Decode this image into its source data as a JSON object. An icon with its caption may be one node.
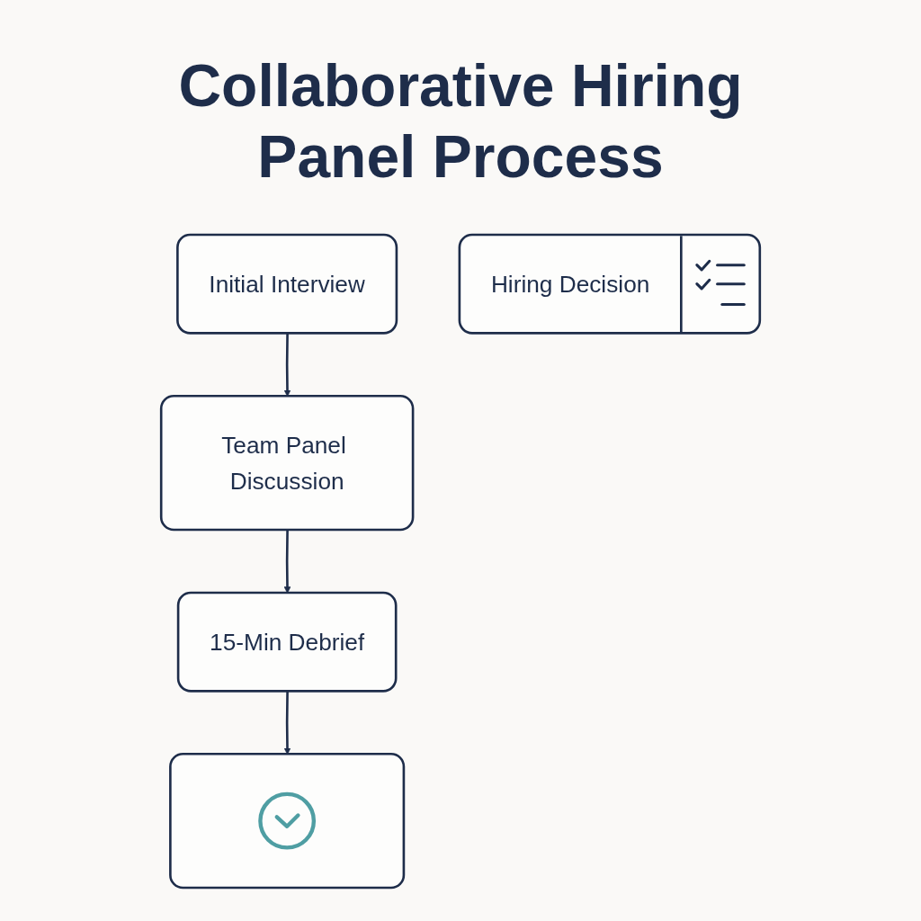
{
  "diagram": {
    "title": "Collaborative Hiring Panel Process",
    "nodes": [
      {
        "text": [
          "Initial Interview"
        ]
      },
      {
        "text": [
          "Team Panel Discussion"
        ]
      },
      {
        "text": [
          "15-Min Debrief"
        ]
      },
      {
        "text": [],
        "shape": "box"
      },
      {
        "text": [
          "Hiring Decision"
        ]
      }
    ],
    "edges": [
      {
        "from": 0,
        "to": 1,
        "arrow": "to"
      },
      {
        "from": 1,
        "to": 2,
        "arrow": "to"
      },
      {
        "from": 2,
        "to": 3,
        "arrow": "to"
      }
    ]
  }
}
